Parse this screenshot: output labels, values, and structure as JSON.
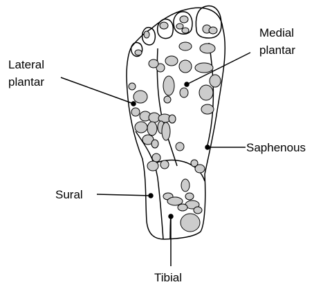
{
  "diagram": {
    "labels": {
      "medial_plantar": [
        "Medial",
        "plantar"
      ],
      "lateral_plantar": [
        "Lateral",
        "plantar"
      ],
      "saphenous": "Saphenous",
      "sural": "Sural",
      "tibial": "Tibial"
    },
    "colors": {
      "outline": "#000000",
      "spot_fill": "#cccccc",
      "background": "#ffffff"
    }
  }
}
